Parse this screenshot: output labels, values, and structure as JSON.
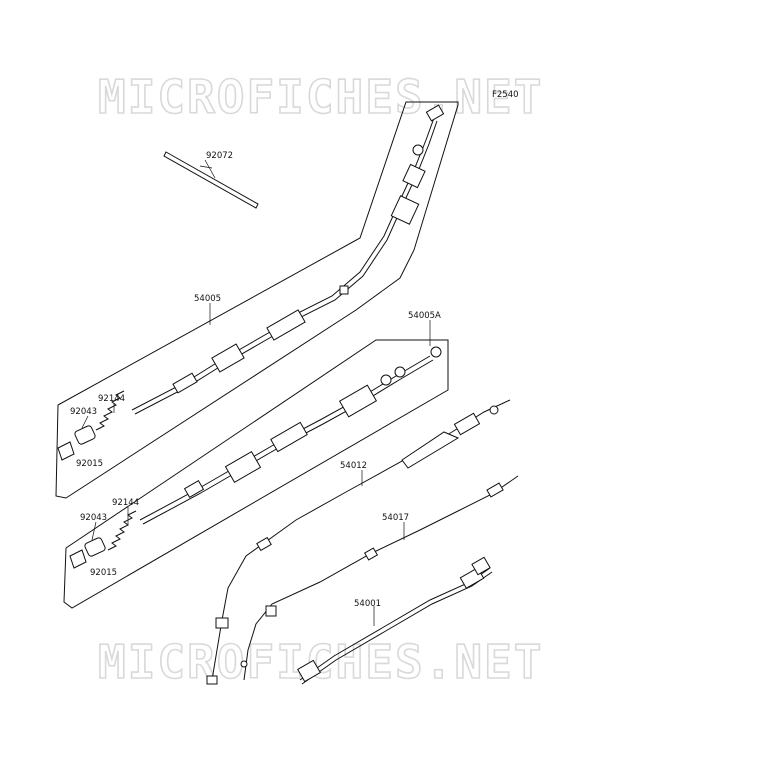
{
  "figure_code": "F2540",
  "watermark": "MICROFICHES.NET",
  "parts": {
    "band": "92072",
    "throttle_cable": "54005",
    "throttle_cable_a": "54005A",
    "spring_upper": "92144",
    "cap_upper": "92043",
    "holder_upper": "92015",
    "spring_lower": "92144",
    "cap_lower": "92043",
    "holder_lower": "92015",
    "choke_cable": "54012",
    "clutch_cable": "54017",
    "meter_cable": "54001"
  }
}
